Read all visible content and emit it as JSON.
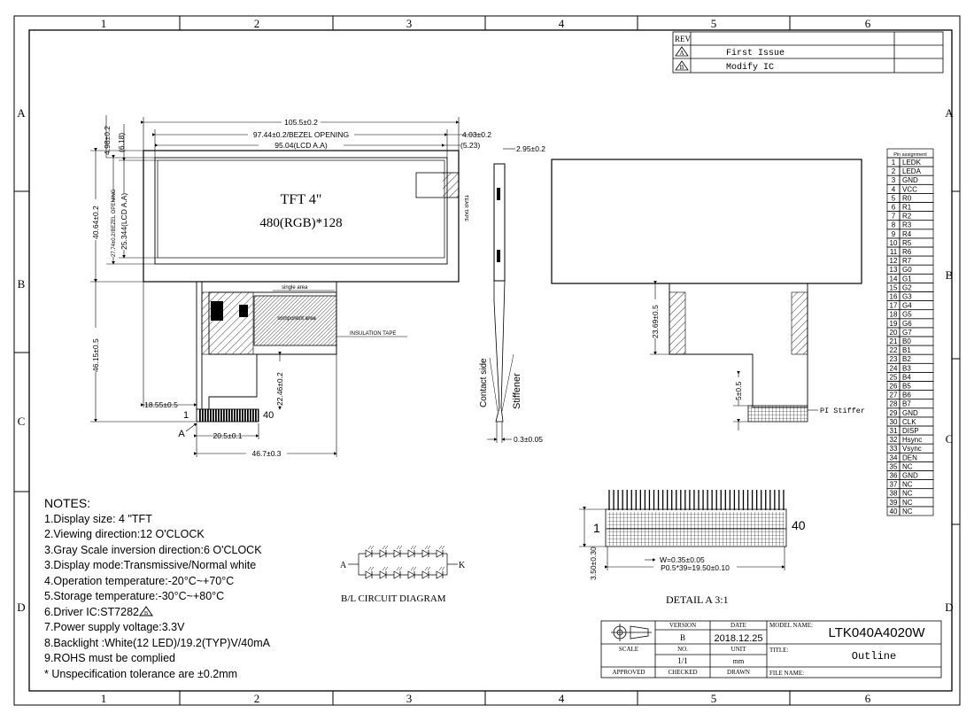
{
  "frame": {
    "col_labels": [
      "1",
      "2",
      "3",
      "4",
      "5",
      "6"
    ],
    "row_labels": [
      "A",
      "B",
      "C",
      "D"
    ]
  },
  "revision": {
    "header": "REV",
    "entries": [
      {
        "mark": "A",
        "text": "First Issue"
      },
      {
        "mark": "B",
        "text": "Modify IC"
      }
    ]
  },
  "panel": {
    "line1": "TFT 4\"",
    "line2": "480(RGB)*128"
  },
  "dims": {
    "overall_width": "105.5±0.2",
    "bezel_opening": "97.44±0.2/BEZEL OPENING",
    "lcd_aa_width": "95.04(LCD A.A)",
    "right_4_03": "4.03±0.2",
    "right_5_23": "(5.23)",
    "thickness": "2.95±0.2",
    "top_4_98": "4.98±0.2",
    "top_6_18": "(6.18)",
    "height_40_64": "40.64±0.2",
    "bezel_h": "27.74±0.2/BEZEL OPENING",
    "lcd_aa_h": "25.344(LCD A.A)",
    "fpc_total": "46.15±0.5",
    "fpc_offset": "18.55±0.5",
    "fpc_mid": "22.46±0.2",
    "conn_width": "20.5±0.1",
    "fpc_width": "46.7±0.3",
    "rear_23_69": "23.69±0.5",
    "rear_5": "5±0.5",
    "fpc_thick": "0.3±0.05",
    "detail_h": "3.50±0.30",
    "detail_w": "W=0.35±0.05",
    "detail_pitch": "P0.5*39=19.50±0.10"
  },
  "labels": {
    "single_area": "single area",
    "component_area": "component area",
    "insulation_tape": "INSULATION TAPE",
    "tear_tape": "TEAR TAPE",
    "contact_side": "Contact side",
    "stiffener": "Stiffener",
    "pi_stiffer": "PI Stiffer",
    "pin1": "1",
    "pin40": "40",
    "view_a": "A",
    "detail_title": "DETAIL A 3:1",
    "bl_title": "B/L CIRCUIT DIAGRAM",
    "bl_anode": "A",
    "bl_cathode": "K"
  },
  "pins": {
    "title": "Pin assignment",
    "list": [
      "LEDK",
      "LEDA",
      "GND",
      "VCC",
      "R0",
      "R1",
      "R2",
      "R3",
      "R4",
      "R5",
      "R6",
      "R7",
      "G0",
      "G1",
      "G2",
      "G3",
      "G4",
      "G5",
      "G6",
      "G7",
      "B0",
      "B1",
      "B2",
      "B3",
      "B4",
      "B5",
      "B6",
      "B7",
      "GND",
      "CLK",
      "DISP",
      "Hsync",
      "Vsync",
      "DEN",
      "NC",
      "GND",
      "NC",
      "NC",
      "NC",
      "NC"
    ]
  },
  "notes": {
    "title": "NOTES:",
    "items": [
      "1.Display size:  4 \"TFT",
      "2.Viewing direction:12 O'CLOCK",
      "3.Gray Scale inversion direction:6 O'CLOCK",
      "3.Display mode:Transmissive/Normal white",
      "4.Operation temperature:-20°C~+70°C",
      "5.Storage temperature:-30°C~+80°C",
      "6.Driver IC:ST7282",
      "7.Power supply voltage:3.3V",
      "8.Backlight :White(12 LED)/19.2(TYP)V/40mA",
      "9.ROHS must be complied",
      "* Unspecification tolerance are ±0.2mm"
    ]
  },
  "title_block": {
    "version_label": "VERSION",
    "version": "B",
    "date_label": "DATE",
    "date": "2018.12.25",
    "model_label": "MODEL NAME:",
    "model": "LTK040A4020W",
    "scale_label": "SCALE",
    "no_label": "NO.",
    "scale": "1/1",
    "unit_label": "UNIT",
    "unit": "mm",
    "title_label": "TITLE:",
    "title": "Outline",
    "approved_label": "APPROVED",
    "checked_label": "CHECKED",
    "drawn_label": "DRAWN",
    "file_label": "FILE NAME:"
  }
}
